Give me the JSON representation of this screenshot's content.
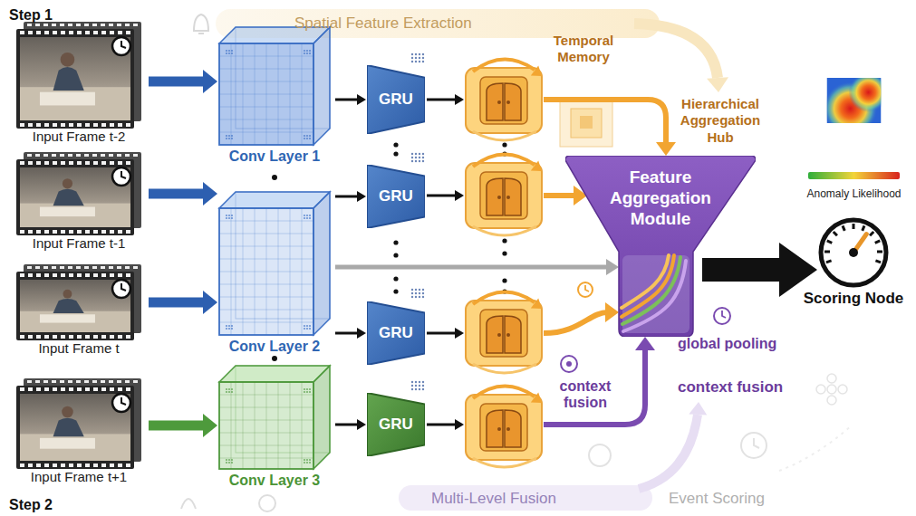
{
  "diagram": {
    "nodes": [
      {
        "text": [
          "Input Frame t-2"
        ]
      },
      {
        "text": [
          "Input Frame t-1"
        ]
      },
      {
        "text": [
          "Input Frame t"
        ]
      },
      {
        "text": [
          "Input Frame t+1"
        ]
      },
      {
        "text": [
          "Conv Layer 1"
        ]
      },
      {
        "text": [
          "Conv Layer 2"
        ]
      },
      {
        "text": [
          "Conv Layer 3"
        ]
      },
      {
        "text": [
          "GRU"
        ]
      },
      {
        "text": [
          "GRU"
        ]
      },
      {
        "text": [
          "GRU"
        ]
      },
      {
        "text": [
          "GRU"
        ]
      },
      {
        "text": [
          "Feature Aggregation Module"
        ]
      },
      {
        "text": [
          "Anomaly Likelihood"
        ]
      },
      {
        "text": [
          "Scoring Node"
        ]
      }
    ],
    "edges": [
      {
        "from": 0,
        "to": 4,
        "arrow": "to"
      },
      {
        "from": 1,
        "to": 5,
        "arrow": "to"
      },
      {
        "from": 2,
        "to": 5,
        "arrow": "to"
      },
      {
        "from": 3,
        "to": 6,
        "arrow": "to"
      },
      {
        "from": 4,
        "to": 7,
        "arrow": "to"
      },
      {
        "from": 5,
        "to": 8,
        "arrow": "to"
      },
      {
        "from": 5,
        "to": 9,
        "arrow": "to"
      },
      {
        "from": 6,
        "to": 10,
        "arrow": "to"
      },
      {
        "from": 5,
        "to": 11,
        "arrow": "to"
      },
      {
        "from": 7,
        "to": 11,
        "arrow": "to"
      },
      {
        "from": 8,
        "to": 11,
        "arrow": "to"
      },
      {
        "from": 9,
        "to": 11,
        "arrow": "to"
      },
      {
        "from": 10,
        "to": 11,
        "arrow": "to"
      },
      {
        "from": 11,
        "to": 13,
        "arrow": "to"
      }
    ],
    "labels": [
      "Step 1",
      "Spatial Feature Extraction",
      "Temporal Memory",
      "Hierarchical Aggregation Hub",
      "global pooling",
      "context fusion",
      "context fusion",
      "Step 2",
      "Multi-Level Fusion",
      "Event Scoring"
    ]
  }
}
